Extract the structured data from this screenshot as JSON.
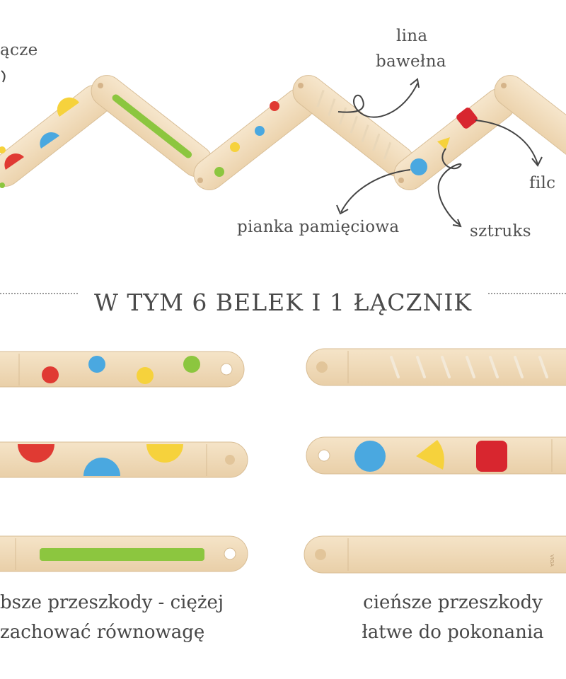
{
  "top_labels": {
    "connector_partial": "ącze",
    "rope_line1": "lina",
    "rope_line2": "bawełna",
    "felt": "filc",
    "memory_foam": "pianka pamięciowa",
    "corduroy": "sztruks"
  },
  "heading": "W TYM 6 BELEK I 1 ŁĄCZNIK",
  "captions": {
    "left_line1": "bsze przeszkody - ciężej",
    "left_line2": "zachować równowagę",
    "right_line1": "cieńsze przeszkody",
    "right_line2": "łatwe do pokonania"
  },
  "brand_mark": "VIGA",
  "colors": {
    "wood": "#f1dcbc",
    "wood_edge": "#d9bf98",
    "red": "#e03a33",
    "blue": "#4aa8e0",
    "yellow": "#f6d23c",
    "green": "#8cc63f",
    "felt_red": "#d8262f"
  }
}
